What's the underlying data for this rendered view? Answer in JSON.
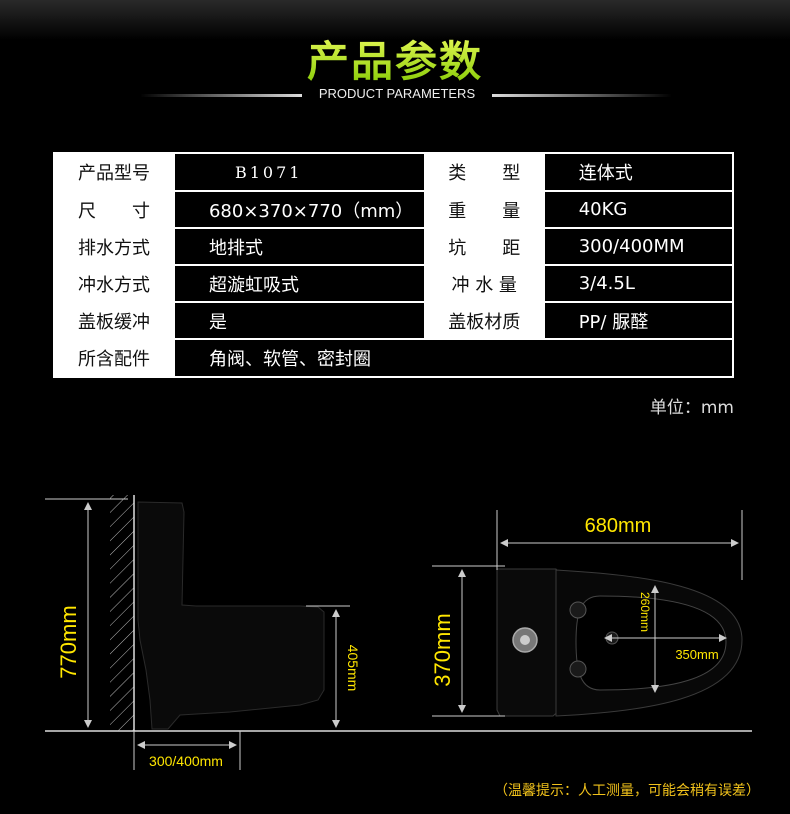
{
  "header": {
    "title": "产品参数",
    "subtitle": "PRODUCT PARAMETERS"
  },
  "params": {
    "rows": [
      {
        "label1": "产品型号",
        "value1": "B1071",
        "label2": "类　　型",
        "value2": "连体式"
      },
      {
        "label1": "尺　　寸",
        "value1": "680×370×770（mm）",
        "label2": "重　　量",
        "value2": "40KG"
      },
      {
        "label1": "排水方式",
        "value1": "地排式",
        "label2": "坑　　距",
        "value2": "300/400MM"
      },
      {
        "label1": "冲水方式",
        "value1": "超漩虹吸式",
        "label2": "冲 水 量",
        "value2": "3/4.5L"
      },
      {
        "label1": "盖板缓冲",
        "value1": "是",
        "label2": "盖板材质",
        "value2": "PP/ 脲醛"
      }
    ],
    "last_row": {
      "label": "所含配件",
      "value": "角阀、软管、密封圈"
    }
  },
  "unit": "单位：mm",
  "dimensions": {
    "height": "770mm",
    "tank_height": "405mm",
    "rough_in": "300/400mm",
    "length": "680mm",
    "width": "370mm",
    "bowl_depth": "260mm",
    "bowl_width": "350mm"
  },
  "colors": {
    "accent_yellow": "#ffe600",
    "note_color": "#f1c21b"
  },
  "note": "（温馨提示：人工测量，可能会稍有误差）"
}
